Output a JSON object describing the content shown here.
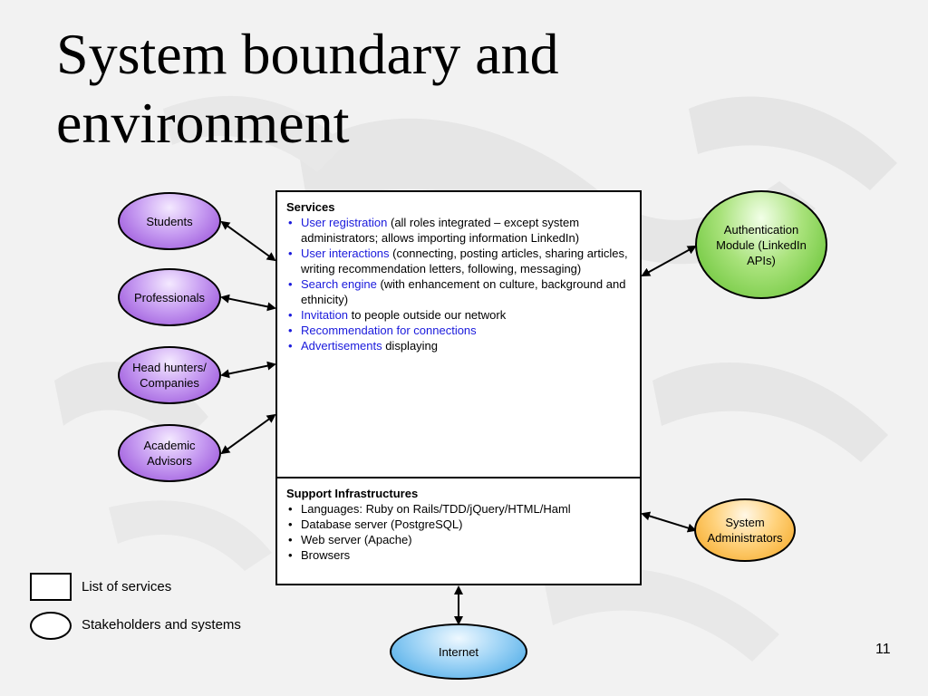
{
  "slide": {
    "title": "System boundary and environment",
    "page_number": "11"
  },
  "stakeholders": {
    "students": "Students",
    "professionals": "Professionals",
    "head_hunters": "Head hunters/ Companies",
    "academic_advisors": "Academic Advisors",
    "auth_module": "Authentication Module (LinkedIn APIs)",
    "system_admins": "System Administrators",
    "internet": "Internet"
  },
  "services": {
    "heading": "Services",
    "items": [
      {
        "highlight": "User registration",
        "rest": " (all roles integrated – except system administrators; allows importing information LinkedIn)"
      },
      {
        "highlight": "User interactions",
        "rest": " (connecting, posting articles, sharing articles, writing recommendation letters, following, messaging)"
      },
      {
        "highlight": "Search engine",
        "rest": " (with enhancement on culture, background and ethnicity)"
      },
      {
        "highlight": "Invitation",
        "rest": " to people outside our network"
      },
      {
        "highlight": "Recommendation for connections",
        "rest": ""
      },
      {
        "highlight": "Advertisements",
        "rest": " displaying"
      }
    ]
  },
  "infrastructure": {
    "heading": "Support Infrastructures",
    "items": [
      "Languages: Ruby on Rails/TDD/jQuery/HTML/Haml",
      "Database server (PostgreSQL)",
      "Web server (Apache)",
      "Browsers"
    ]
  },
  "legend": {
    "services_label": "List of services",
    "stakeholders_label": "Stakeholders and systems"
  },
  "colors": {
    "highlight": "#1a1adc",
    "stakeholder_purple": "#9247d6",
    "auth_green": "#5fbf2c",
    "admin_orange": "#f4a41e",
    "internet_blue": "#3fa4e4"
  }
}
